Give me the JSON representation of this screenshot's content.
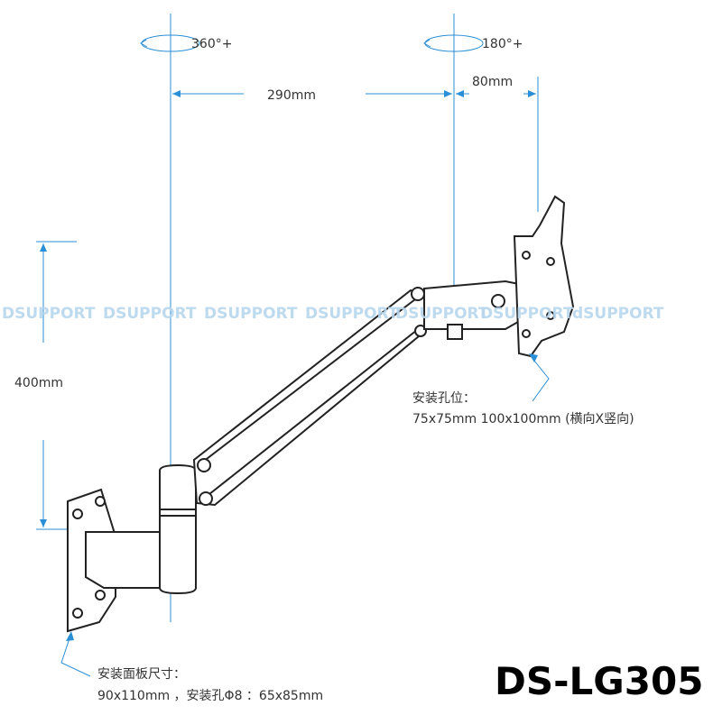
{
  "dimensions": {
    "rotation_left": "360°+",
    "rotation_right": "180°+",
    "arm_length": "290mm",
    "head_length": "80mm",
    "height_range": "400mm"
  },
  "watermarks": [
    "DSUPPORT",
    "DSUPPORT",
    "DSUPPORT",
    "DSUPPORT",
    "DSUPPORT",
    "DSUPPORT",
    "dSUPPORT"
  ],
  "vesa_note": {
    "line1": "安装孔位：",
    "line2": "75x75mm  100x100mm (横向X竖向)"
  },
  "plate_note": {
    "line1": "安装面板尺寸：",
    "line2": "90x110mm  ，安装孔Φ8 ：65x85mm"
  },
  "model": "DS-LG305",
  "colors": {
    "dimension_line": "#2a8fd6",
    "watermark": "#b8d6ee",
    "outline": "#222222"
  }
}
